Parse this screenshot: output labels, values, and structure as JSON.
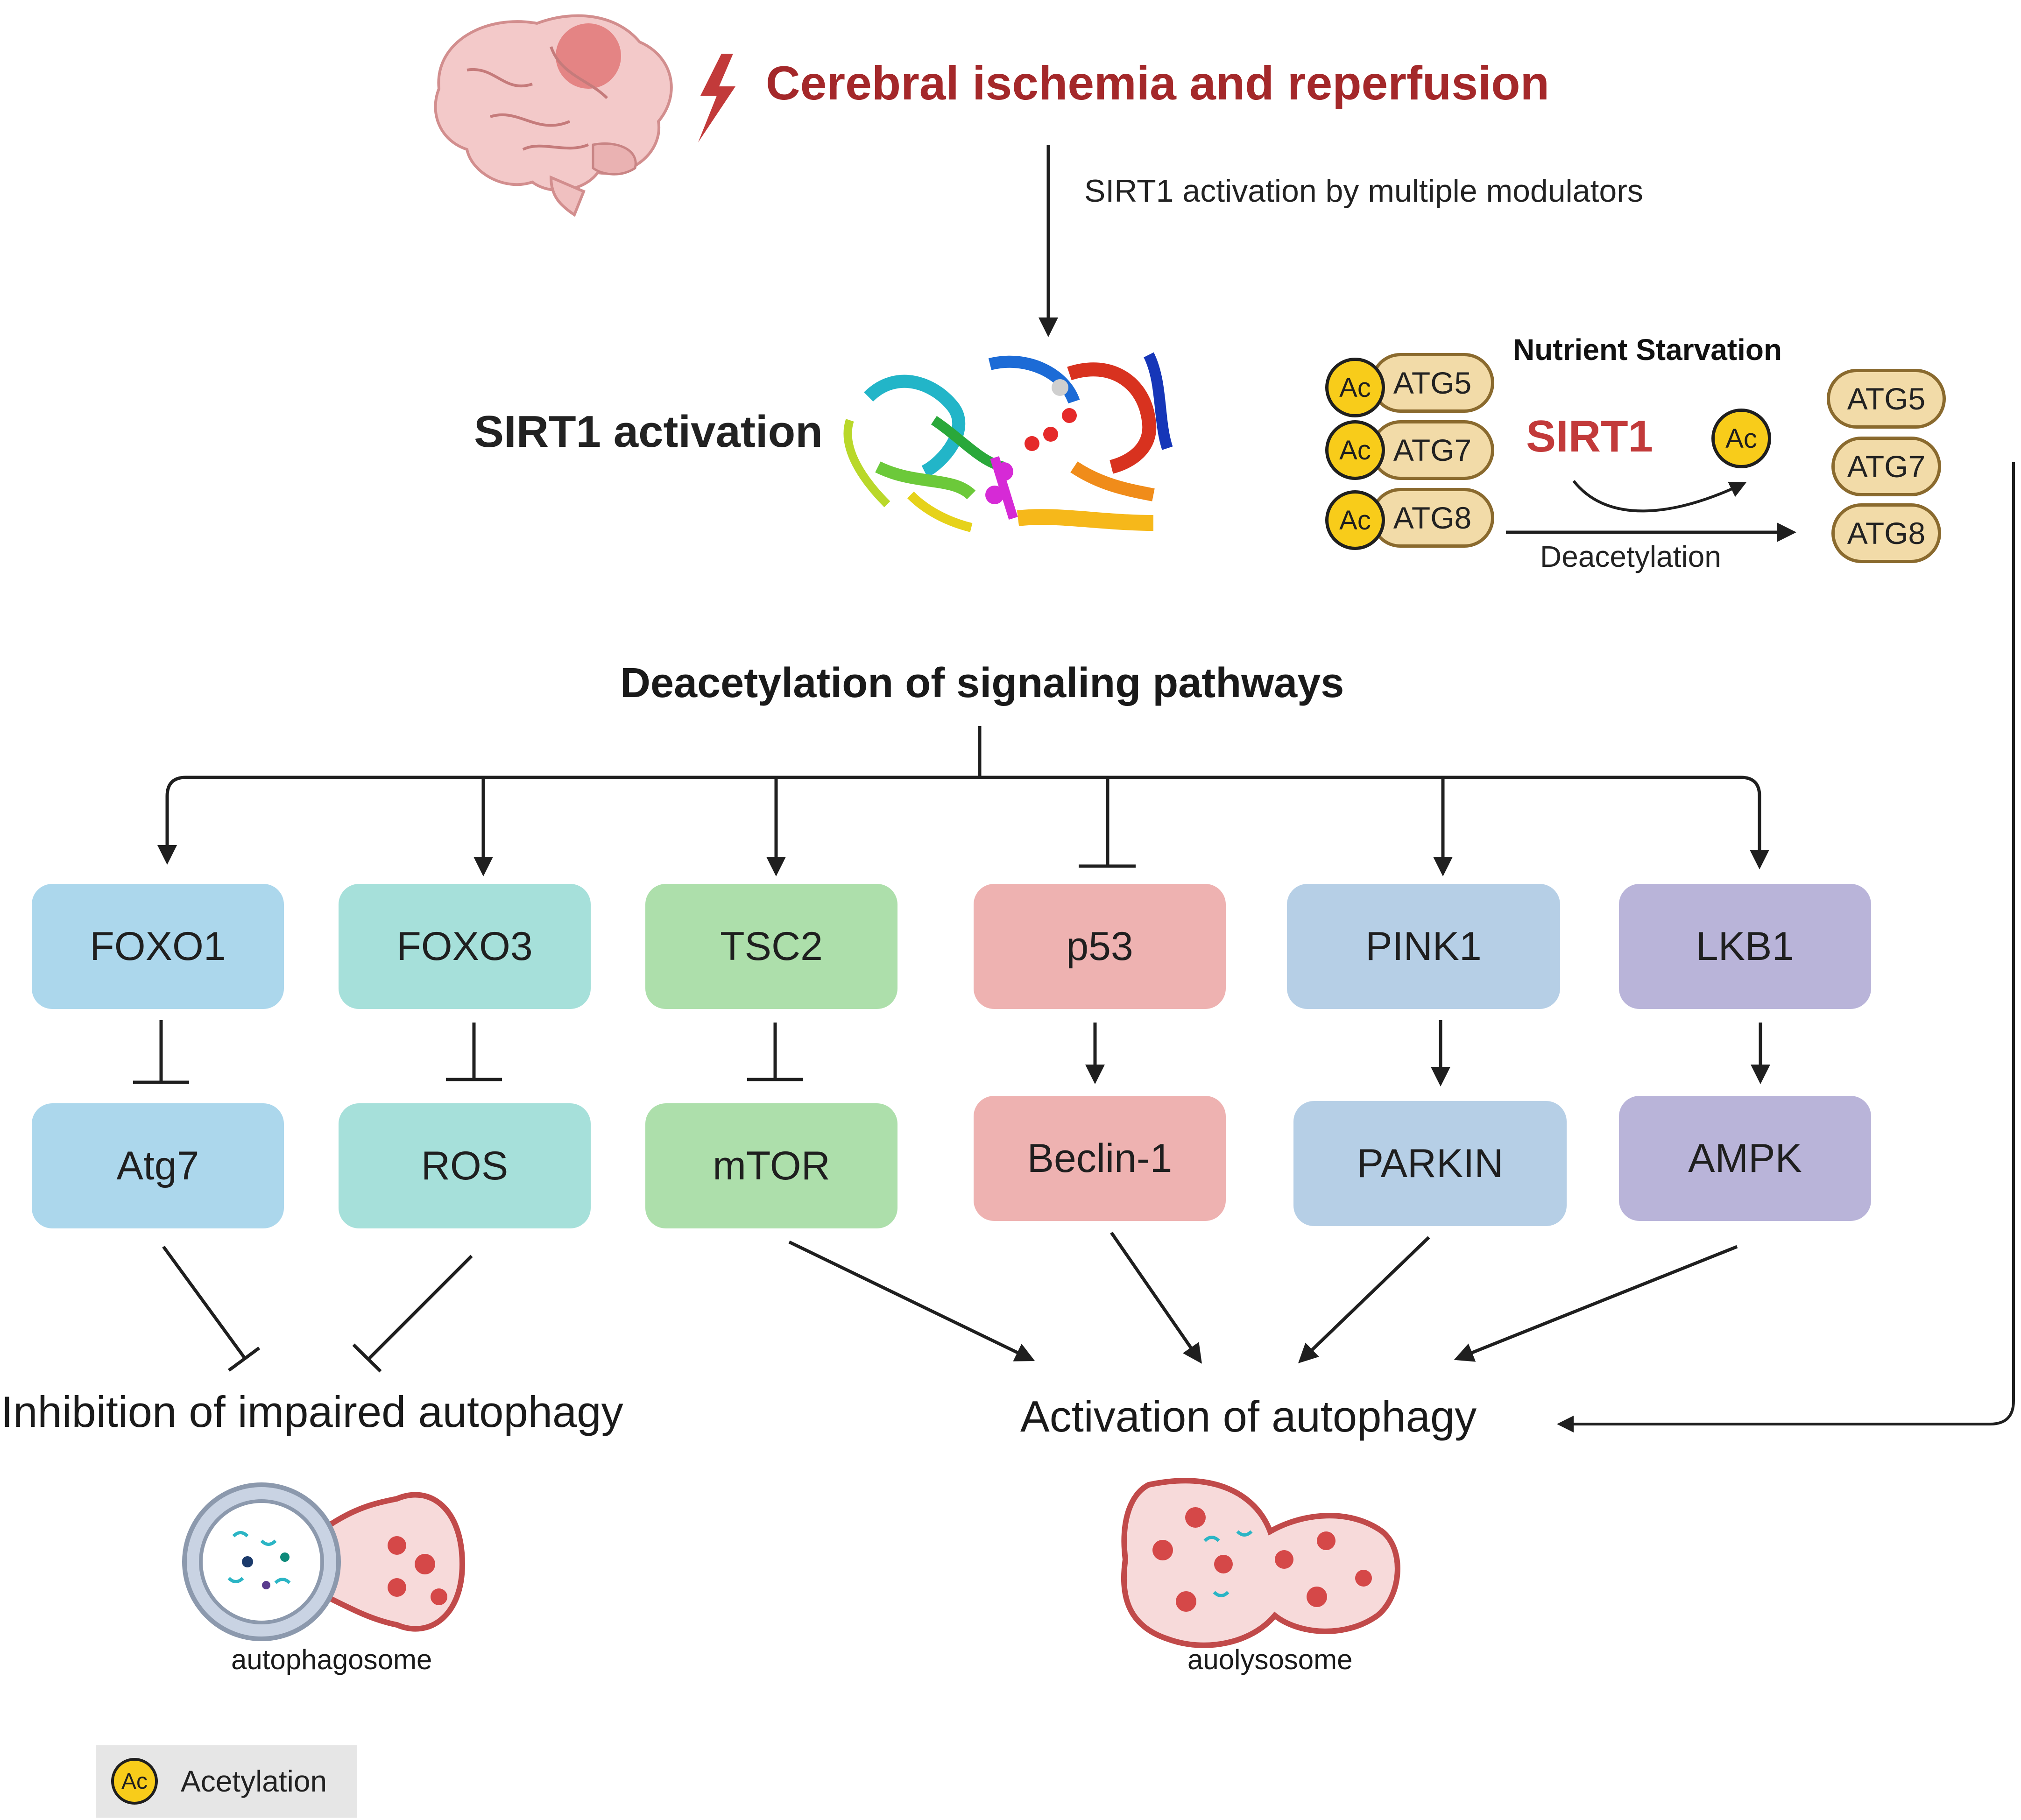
{
  "header": {
    "title": "Cerebral ischemia and reperfusion",
    "modulators": "SIRT1 activation by multiple modulators"
  },
  "sirt1": {
    "activation_label": "SIRT1 activation"
  },
  "starvation": {
    "title": "Nutrient Starvation",
    "enzyme": "SIRT1",
    "process": "Deacetylation",
    "ac_label": "Ac",
    "acetylated": [
      "ATG5",
      "ATG7",
      "ATG8"
    ],
    "deacetylated": [
      "ATG5",
      "ATG7",
      "ATG8"
    ]
  },
  "signaling": {
    "title": "Deacetylation of  signaling pathways",
    "pathways": [
      {
        "upstream": "FOXO1",
        "downstream": "Atg7",
        "color": "#acd7ec"
      },
      {
        "upstream": "FOXO3",
        "downstream": "ROS",
        "color": "#a6e0da"
      },
      {
        "upstream": "TSC2",
        "downstream": "mTOR",
        "color": "#addfab"
      },
      {
        "upstream": "p53",
        "downstream": "Beclin-1",
        "color": "#eeb2b1"
      },
      {
        "upstream": "PINK1",
        "downstream": "PARKIN",
        "color": "#b6cfe6"
      },
      {
        "upstream": "LKB1",
        "downstream": "AMPK",
        "color": "#b9b4d9"
      }
    ]
  },
  "outcomes": {
    "inhibition": "Inhibition of impaired autophagy",
    "activation": "Activation of  autophagy",
    "autophagosome": "autophagosome",
    "autolysosome": "auolysosome"
  },
  "legend": {
    "ac_label": "Ac",
    "text": "Acetylation"
  },
  "colors": {
    "title_red": "#a4282a",
    "sirt1_red": "#c23a3a",
    "ac_yellow": "#f8cc1a",
    "atg_fill": "#f2dba8",
    "arrow": "#1f1f1f"
  }
}
